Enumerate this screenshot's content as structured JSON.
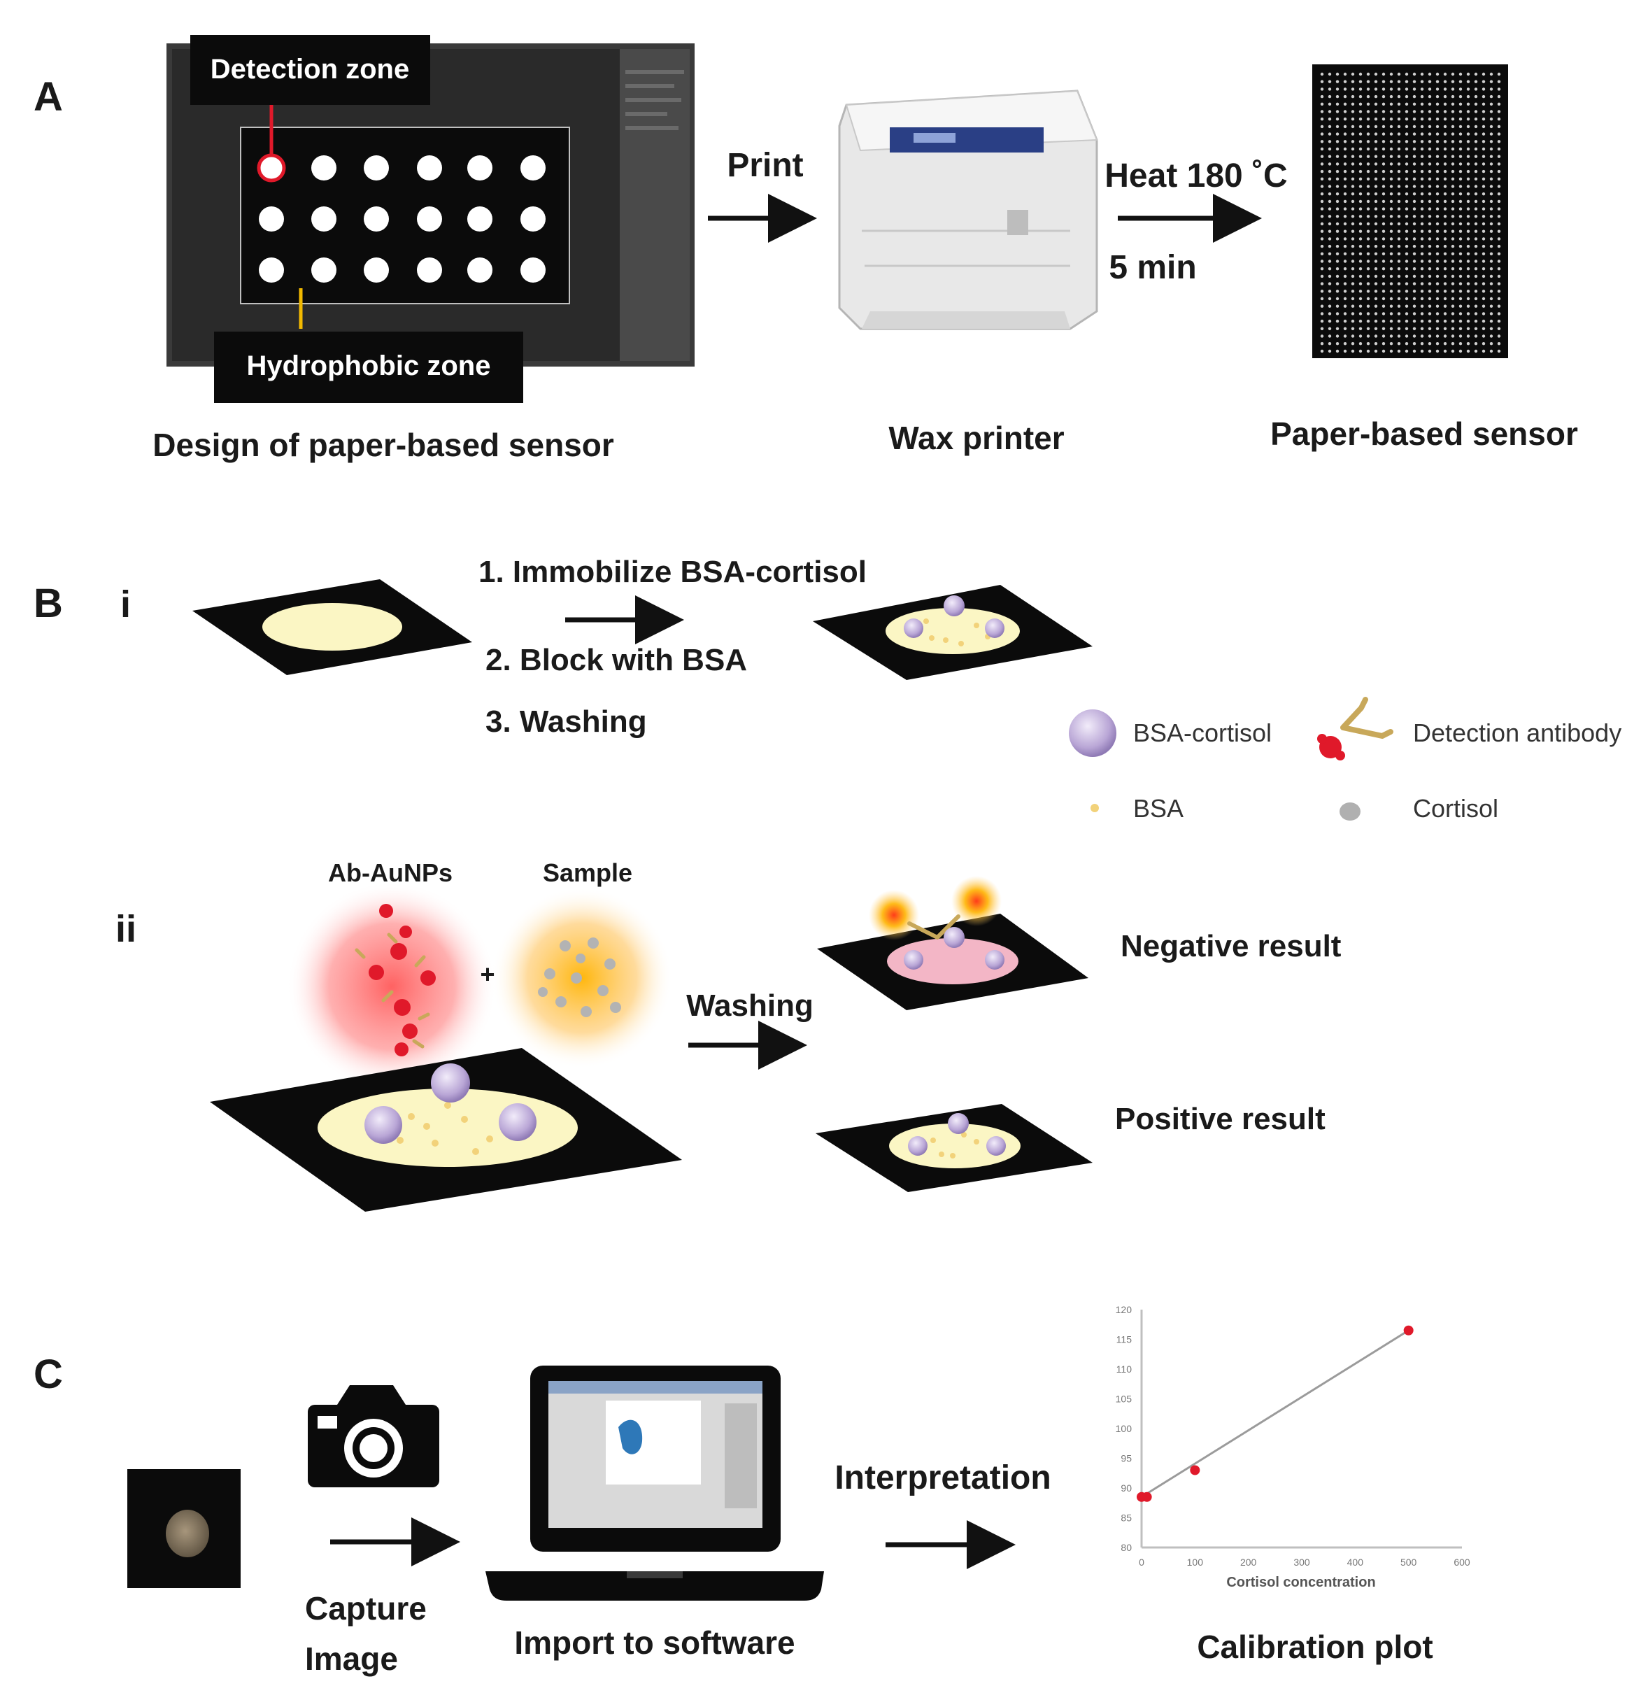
{
  "panel_a": {
    "label": "A",
    "detection_zone_label": "Detection zone",
    "hydrophobic_zone_label": "Hydrophobic zone",
    "design_caption": "Design of paper-based sensor",
    "print_label": "Print",
    "printer_caption": "Wax printer",
    "heat_label": "Heat 180 ˚C",
    "time_label": "5 min",
    "sensor_caption": "Paper-based sensor"
  },
  "panel_b": {
    "label": "B",
    "sub_i": "i",
    "sub_ii": "ii",
    "steps": [
      "1. Immobilize BSA-cortisol",
      "2. Block with BSA",
      "3. Washing"
    ],
    "legend": {
      "bsa_cortisol": "BSA-cortisol",
      "detection_antibody": "Detection antibody",
      "bsa": "BSA",
      "cortisol": "Cortisol"
    },
    "ab_aunps_label": "Ab-AuNPs",
    "sample_label": "Sample",
    "plus_label": "+",
    "washing_label": "Washing",
    "negative_label": "Negative result",
    "positive_label": "Positive result"
  },
  "panel_c": {
    "label": "C",
    "capture_line1": "Capture",
    "capture_line2": "Image",
    "import_caption": "Import to software",
    "interpretation_label": "Interpretation",
    "calibration_caption": "Calibration plot",
    "plot_xlabel": "Cortisol concentration",
    "plot_yticks": [
      "80",
      "85",
      "90",
      "95",
      "100",
      "105",
      "110",
      "115",
      "120"
    ],
    "plot_xticks": [
      "0",
      "100",
      "200",
      "300",
      "400",
      "500",
      "600"
    ]
  },
  "colors": {
    "detection_marker": "#e0192a",
    "hydrophobic_marker": "#f2b900",
    "zone_fill": "#fbf6c4",
    "bsa_cortisol": "#b9a6d6",
    "negative_zone": "#f3b6c6",
    "plot_points": "#e0192a"
  },
  "chart_data": {
    "type": "scatter",
    "xlabel": "Cortisol concentration",
    "ylabel": "",
    "xlim": [
      0,
      600
    ],
    "ylim": [
      80,
      120
    ],
    "x": [
      0,
      10,
      100,
      500
    ],
    "y": [
      88.5,
      88.5,
      93,
      116.5
    ],
    "trendline": true,
    "grid": false
  }
}
